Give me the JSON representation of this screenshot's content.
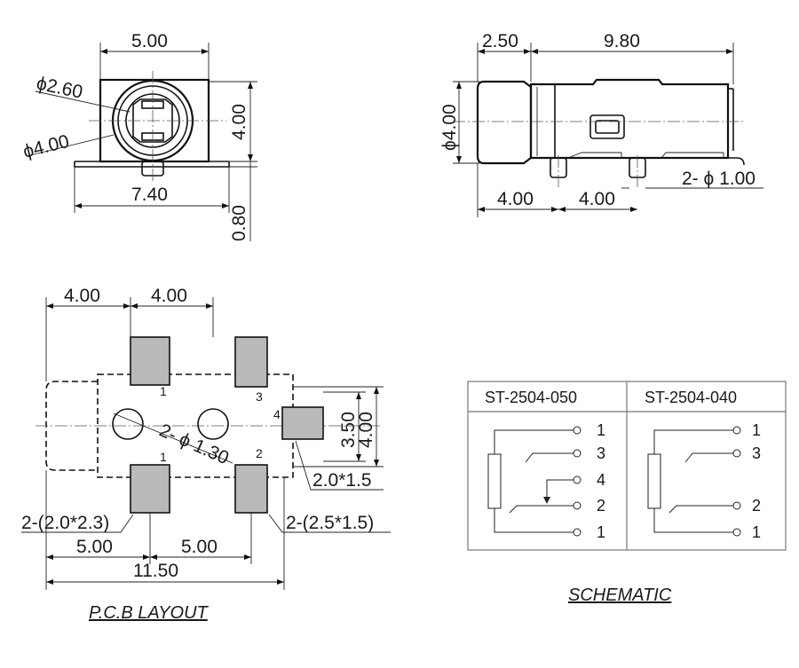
{
  "front_view": {
    "dim_width": "5.00",
    "dim_inner_dia": "ϕ2.60",
    "dim_outer_dia": "ϕ4.00",
    "dim_height": "4.00",
    "dim_overall_width": "7.40",
    "dim_base": "0.80"
  },
  "side_view": {
    "dim_front": "2.50",
    "dim_length": "9.80",
    "dim_dia": "ϕ4.00",
    "dim_pin1": "4.00",
    "dim_pin2": "4.00",
    "dim_pins": "2- ϕ 1.00"
  },
  "pcb_layout": {
    "caption": "P.C.B LAYOUT",
    "dim_top_1": "4.00",
    "dim_top_2": "4.00",
    "dim_holes": "2- ϕ 1.30",
    "dim_pad4": "2.0*1.5",
    "dim_h1": "3.50",
    "dim_h2": "4.00",
    "dim_pads_left": "2-(2.0*2.3)",
    "dim_pads_right": "2-(2.5*1.5)",
    "dim_bottom_1": "5.00",
    "dim_bottom_2": "5.00",
    "dim_overall": "11.50",
    "pin_labels": [
      "1",
      "3",
      "4",
      "1",
      "2"
    ]
  },
  "schematic": {
    "caption": "SCHEMATIC",
    "models": [
      "ST-2504-050",
      "ST-2504-040"
    ],
    "pins_050": [
      "1",
      "3",
      "4",
      "2",
      "1"
    ],
    "pins_040": [
      "1",
      "3",
      "2",
      "1"
    ]
  }
}
